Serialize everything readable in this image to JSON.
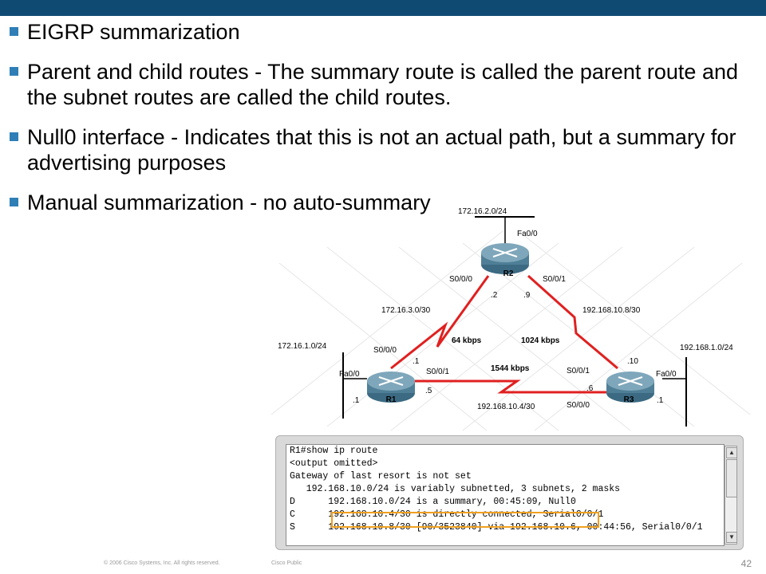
{
  "bullets": [
    {
      "text": "EIGRP summarization"
    },
    {
      "text": "Parent and child routes - The summary route is called the parent route and the subnet routes are called the child routes."
    },
    {
      "text": "Null0 interface - Indicates that this is not an actual path, but a summary for advertising purposes"
    },
    {
      "text": "Manual summarization - no auto-summary"
    }
  ],
  "topology": {
    "r1": {
      "name": "R1",
      "fa": "Fa0/0",
      "host": ".1",
      "s000": "S0/0/0",
      "s001": "S0/0/1",
      "ip_s000": ".1",
      "ip_s001": ".5"
    },
    "r2": {
      "name": "R2",
      "fa": "Fa0/0",
      "s000": "S0/0/0",
      "s001": "S0/0/1",
      "ip_s000": ".2",
      "ip_s001": ".9"
    },
    "r3": {
      "name": "R3",
      "fa": "Fa0/0",
      "host": ".1",
      "s000": "S0/0/0",
      "s001": "S0/0/1",
      "ip_s000": ".6",
      "ip_s001": ".10"
    },
    "lans": {
      "r1": "172.16.1.0/24",
      "r2": "172.16.2.0/24",
      "r3": "192.168.1.0/24"
    },
    "links": {
      "r1_r2": {
        "net": "172.16.3.0/30",
        "bw": "64 kbps"
      },
      "r2_r3": {
        "net": "192.168.10.8/30",
        "bw": "1024 kbps"
      },
      "r1_r3": {
        "net": "192.168.10.4/30",
        "bw": "1544 kbps"
      }
    }
  },
  "terminal": {
    "lines": [
      "R1#show ip route",
      "<output omitted>",
      "",
      "Gateway of last resort is not set",
      "   192.168.10.0/24 is variably subnetted, 3 subnets, 2 masks",
      "D      192.168.10.0/24 is a summary, 00:45:09, Null0",
      "C      192.168.10.4/30 is directly connected, Serial0/0/1",
      "S      192.168.10.8/30 [90/3523840] via 192.168.10.6, 00:44:56, Serial0/0/1"
    ]
  },
  "footer": {
    "copyright": "© 2006 Cisco Systems, Inc. All rights reserved.",
    "classification": "Cisco Public",
    "page": "42"
  },
  "colors": {
    "topbar": "#0f4a73",
    "bullet": "#2f7fb6",
    "link": "#e02020",
    "highlight": "#f0a020",
    "router": "#4f7f96"
  }
}
